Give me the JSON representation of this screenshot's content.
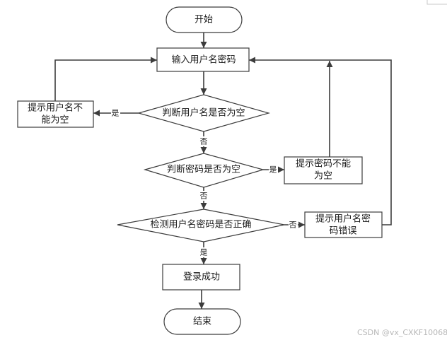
{
  "nodes": {
    "start": "开始",
    "input": "输入用户名密码",
    "check_username": "判断用户名是否为空",
    "username_empty": [
      "提示用户名不",
      "能为空"
    ],
    "check_password": "判断密码是否为空",
    "password_empty": [
      "提示密码不能",
      "为空"
    ],
    "verify": "检测用户名密码是否正确",
    "credentials_wrong": [
      "提示用户名密",
      "码错误"
    ],
    "success": "登录成功",
    "end": "结束"
  },
  "edge_labels": {
    "check_username_yes": "是",
    "check_username_no": "否",
    "check_password_yes": "是",
    "check_password_no": "否",
    "verify_no": "否",
    "verify_yes": "是"
  },
  "watermark": "CSDN @vx_CXKF10068"
}
